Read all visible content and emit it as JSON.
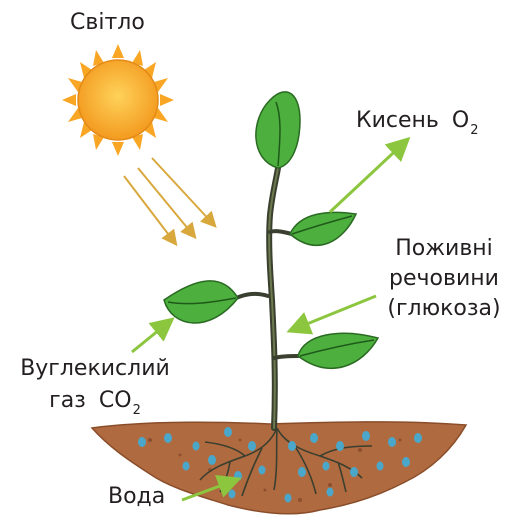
{
  "labels": {
    "light": "Світло",
    "oxygen": "Кисень",
    "oxygen_formula": "O",
    "oxygen_sub": "2",
    "nutrients_line1": "Поживні",
    "nutrients_line2": "речовини",
    "nutrients_line3": "(глюкоза)",
    "co2_line1": "Вуглекислий",
    "co2_line2": "газ",
    "co2_formula": "CO",
    "co2_sub": "2",
    "water": "Вода"
  },
  "colors": {
    "sun_fill": "#f7a823",
    "sun_stroke": "#e38a17",
    "sun_rays": "#f8a624",
    "light_beams": "#d9a83d",
    "leaf_fill": "#4caf3e",
    "leaf_vein": "#1f5a1a",
    "stem": "#3a3f2f",
    "soil": "#b06a40",
    "water_drops": "#4aa7c9",
    "arrow_green": "#8cc63f",
    "text": "#231f20"
  }
}
